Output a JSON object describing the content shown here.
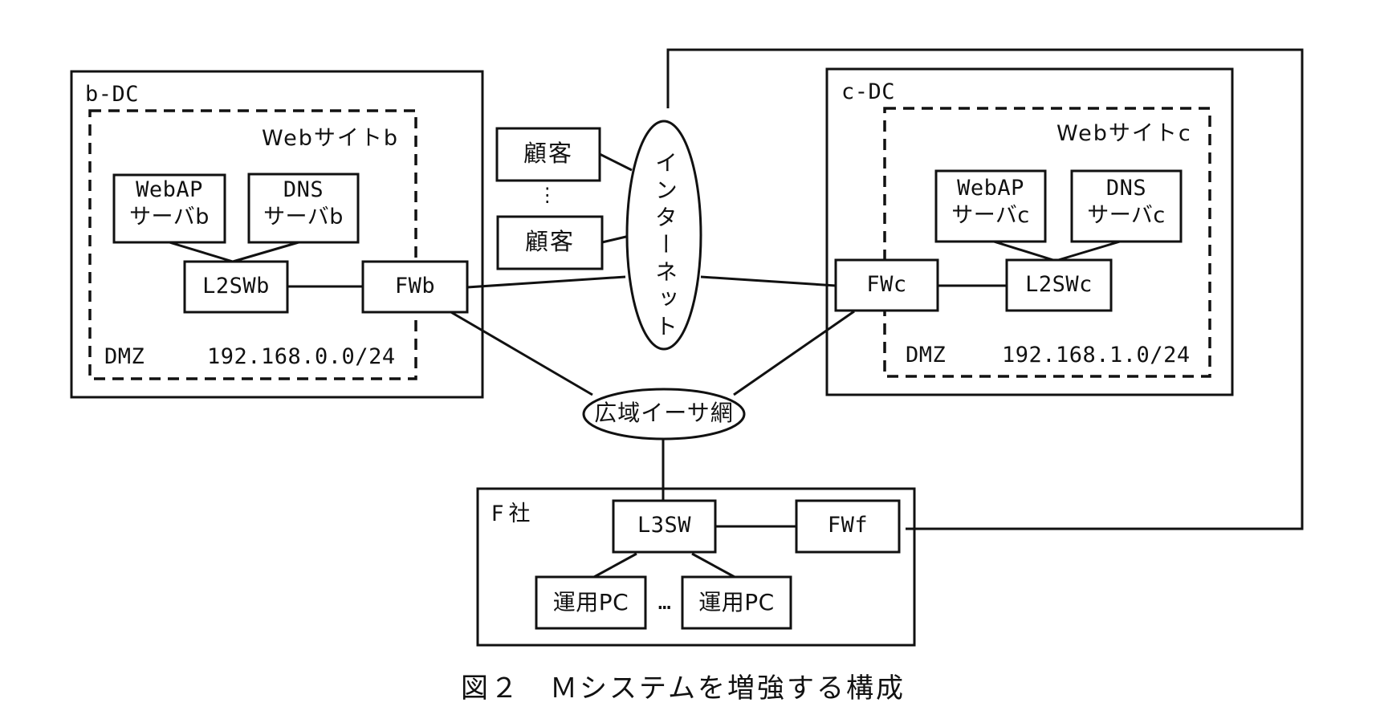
{
  "figure": {
    "caption": "図２　Ｍシステムを増強する構成"
  },
  "b_dc": {
    "label": "b-DC",
    "website_label": "Webサイトb",
    "dmz_label": "DMZ",
    "subnet": "192.168.0.0/24",
    "webap_server": [
      "WebAP",
      "サーバb"
    ],
    "dns_server": [
      "DNS",
      "サーバb"
    ],
    "l2sw": "L2SWb",
    "fw": "FWb"
  },
  "c_dc": {
    "label": "c-DC",
    "website_label": "Webサイトc",
    "dmz_label": "DMZ",
    "subnet": "192.168.1.0/24",
    "webap_server": [
      "WebAP",
      "サーバc"
    ],
    "dns_server": [
      "DNS",
      "サーバc"
    ],
    "l2sw": "L2SWc",
    "fw": "FWc"
  },
  "internet": {
    "label": "インターネット",
    "customers": [
      "顧客",
      "顧客"
    ],
    "ellipsis": "⋮"
  },
  "wan": {
    "label": "広域イーサ網"
  },
  "f_company": {
    "label": "F社",
    "l3sw": "L3SW",
    "fw": "FWf",
    "pcs": [
      "運用PC",
      "運用PC"
    ],
    "ellipsis": "…"
  }
}
